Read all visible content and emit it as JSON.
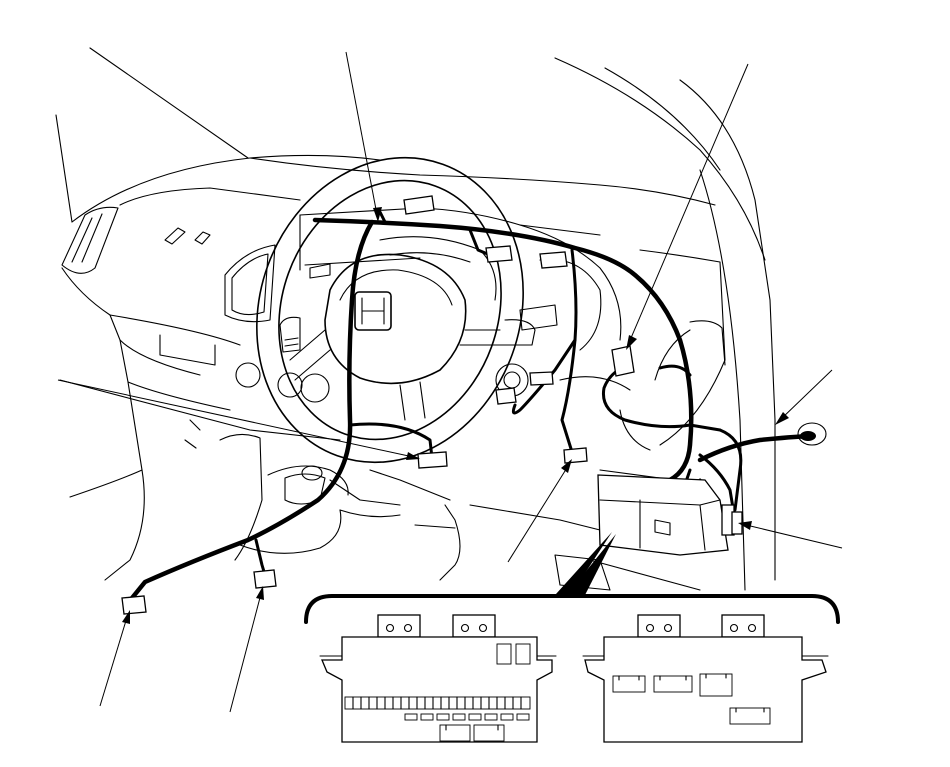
{
  "figure": {
    "kind": "dashboard wiring harness line drawing",
    "brand_emblem": "H",
    "callout_views": [
      "fuse-box-front-view",
      "fuse-box-rear-view"
    ],
    "connector_count": 9,
    "leader_count": 9
  }
}
